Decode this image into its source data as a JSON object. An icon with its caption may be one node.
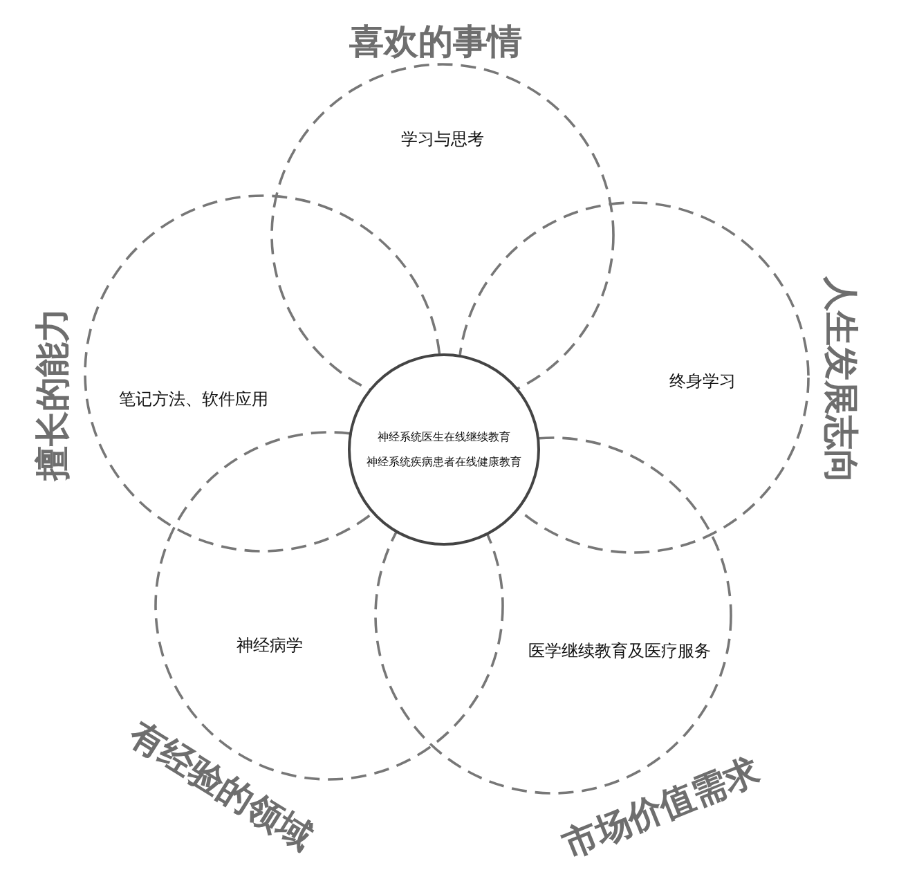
{
  "diagram": {
    "nodes": [
      {
        "text": [
          "喜欢的事情",
          "学习与思考"
        ]
      },
      {
        "text": [
          "人生发展志向",
          "终身学习"
        ]
      },
      {
        "text": [
          "擅长的能力",
          "笔记方法、软件应用"
        ]
      },
      {
        "text": [
          "有经验的领域",
          "神经病学"
        ]
      },
      {
        "text": [
          "市场价值需求",
          "医学继续教育及医疗服务"
        ]
      },
      {
        "text": [
          "神经系统医生在线继续教育",
          "神经系统疾病患者在线健康教育"
        ]
      }
    ],
    "edges": []
  }
}
